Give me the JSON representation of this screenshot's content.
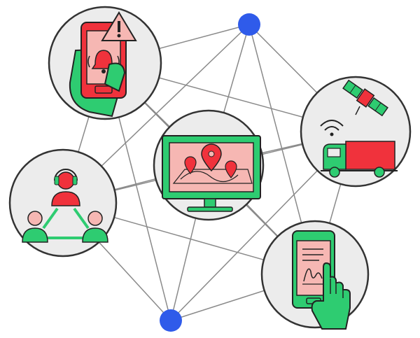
{
  "colors": {
    "background": "#ffffff",
    "line": "#8a8a8a",
    "node_fill": "#ececec",
    "node_stroke": "#333333",
    "hub": "#2f5bea",
    "red": "#f0323c",
    "pink": "#f6b7b3",
    "green": "#2ecc71",
    "dark": "#2a2a2a"
  },
  "nodes": [
    {
      "id": "mobile-alert",
      "icon": "mobile-alert-icon"
    },
    {
      "id": "gps-truck",
      "icon": "satellite-truck-icon"
    },
    {
      "id": "map-monitor",
      "icon": "monitor-map-icon"
    },
    {
      "id": "support-team",
      "icon": "support-team-icon"
    },
    {
      "id": "e-signature",
      "icon": "phone-signature-icon"
    },
    {
      "id": "hub-top",
      "icon": "hub-dot"
    },
    {
      "id": "hub-bottom",
      "icon": "hub-dot"
    }
  ],
  "edges": [
    [
      "hub-top",
      "mobile-alert"
    ],
    [
      "hub-top",
      "gps-truck"
    ],
    [
      "hub-top",
      "map-monitor"
    ],
    [
      "hub-top",
      "support-team"
    ],
    [
      "hub-top",
      "e-signature"
    ],
    [
      "hub-bottom",
      "support-team"
    ],
    [
      "hub-bottom",
      "map-monitor"
    ],
    [
      "hub-bottom",
      "e-signature"
    ],
    [
      "hub-bottom",
      "mobile-alert"
    ],
    [
      "hub-bottom",
      "gps-truck"
    ],
    [
      "mobile-alert",
      "gps-truck"
    ],
    [
      "mobile-alert",
      "map-monitor"
    ],
    [
      "mobile-alert",
      "support-team"
    ],
    [
      "mobile-alert",
      "e-signature"
    ],
    [
      "gps-truck",
      "map-monitor"
    ],
    [
      "gps-truck",
      "support-team"
    ],
    [
      "gps-truck",
      "e-signature"
    ],
    [
      "map-monitor",
      "support-team"
    ],
    [
      "map-monitor",
      "e-signature"
    ],
    [
      "support-team",
      "e-signature"
    ]
  ]
}
